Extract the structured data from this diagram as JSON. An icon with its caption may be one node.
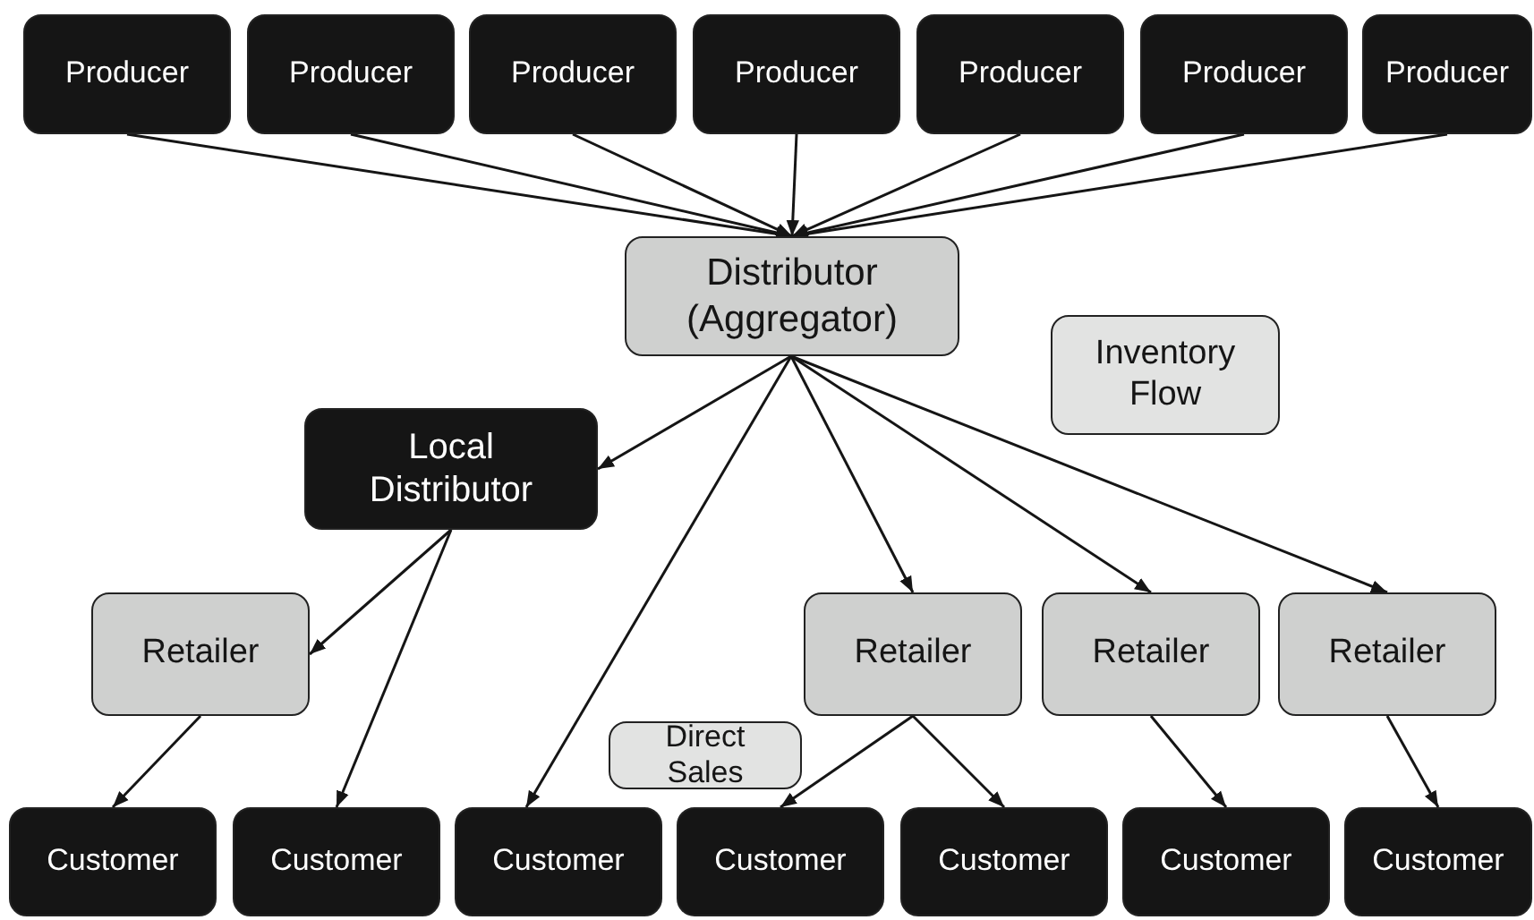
{
  "diagram": {
    "nodes": [
      {
        "text": [
          "Producer"
        ]
      },
      {
        "text": [
          "Producer"
        ]
      },
      {
        "text": [
          "Producer"
        ]
      },
      {
        "text": [
          "Producer"
        ]
      },
      {
        "text": [
          "Producer"
        ]
      },
      {
        "text": [
          "Producer"
        ]
      },
      {
        "text": [
          "Producer"
        ]
      },
      {
        "text": [
          "Distributor (Aggregator)"
        ]
      },
      {
        "text": [
          "Inventory Flow"
        ]
      },
      {
        "text": [
          "Local Distributor"
        ]
      },
      {
        "text": [
          "Retailer"
        ]
      },
      {
        "text": [
          "Retailer"
        ]
      },
      {
        "text": [
          "Retailer"
        ]
      },
      {
        "text": [
          "Retailer"
        ]
      },
      {
        "text": [
          "Direct Sales"
        ]
      },
      {
        "text": [
          "Customer"
        ]
      },
      {
        "text": [
          "Customer"
        ]
      },
      {
        "text": [
          "Customer"
        ]
      },
      {
        "text": [
          "Customer"
        ]
      },
      {
        "text": [
          "Customer"
        ]
      },
      {
        "text": [
          "Customer"
        ]
      },
      {
        "text": [
          "Customer"
        ]
      }
    ],
    "edges": [
      {
        "from": 0,
        "to": 7,
        "arrow": "to"
      },
      {
        "from": 1,
        "to": 7,
        "arrow": "to"
      },
      {
        "from": 2,
        "to": 7,
        "arrow": "to"
      },
      {
        "from": 3,
        "to": 7,
        "arrow": "to"
      },
      {
        "from": 4,
        "to": 7,
        "arrow": "to"
      },
      {
        "from": 5,
        "to": 7,
        "arrow": "to"
      },
      {
        "from": 6,
        "to": 7,
        "arrow": "to"
      },
      {
        "from": 7,
        "to": 9,
        "arrow": "to"
      },
      {
        "from": 7,
        "to": 17,
        "arrow": "to"
      },
      {
        "from": 7,
        "to": 11,
        "arrow": "to"
      },
      {
        "from": 7,
        "to": 12,
        "arrow": "to"
      },
      {
        "from": 7,
        "to": 13,
        "arrow": "to"
      },
      {
        "from": 9,
        "to": 10,
        "arrow": "to"
      },
      {
        "from": 9,
        "to": 16,
        "arrow": "to"
      },
      {
        "from": 10,
        "to": 15,
        "arrow": "to"
      },
      {
        "from": 11,
        "to": 18,
        "arrow": "to"
      },
      {
        "from": 11,
        "to": 19,
        "arrow": "to"
      },
      {
        "from": 12,
        "to": 20,
        "arrow": "to"
      },
      {
        "from": 13,
        "to": 21,
        "arrow": "to"
      }
    ]
  }
}
